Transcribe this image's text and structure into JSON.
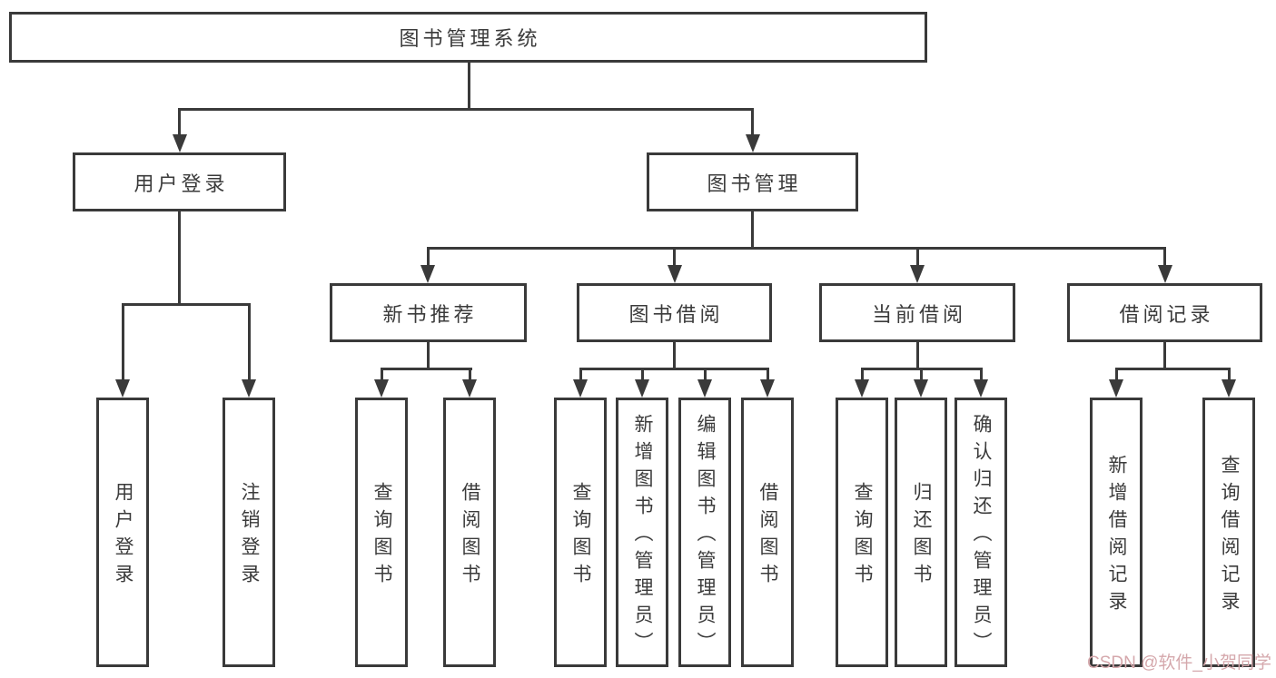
{
  "diagram": {
    "tree": {
      "label": "图书管理系统",
      "children": [
        {
          "label": "用户登录",
          "children": [
            {
              "label": "用户登录"
            },
            {
              "label": "注销登录"
            }
          ]
        },
        {
          "label": "图书管理",
          "children": [
            {
              "label": "新书推荐",
              "children": [
                {
                  "label": "查询图书"
                },
                {
                  "label": "借阅图书"
                }
              ]
            },
            {
              "label": "图书借阅",
              "children": [
                {
                  "label": "查询图书"
                },
                {
                  "label": "新增图书（管理员）"
                },
                {
                  "label": "编辑图书（管理员）"
                },
                {
                  "label": "借阅图书"
                }
              ]
            },
            {
              "label": "当前借阅",
              "children": [
                {
                  "label": "查询图书"
                },
                {
                  "label": "归还图书"
                },
                {
                  "label": "确认归还（管理员）"
                }
              ]
            },
            {
              "label": "借阅记录",
              "children": [
                {
                  "label": "新增借阅记录"
                },
                {
                  "label": "查询借阅记录"
                }
              ]
            }
          ]
        }
      ]
    }
  },
  "watermark": {
    "text": "CSDN @软件_小贺同学",
    "color": "#d5a8ac"
  },
  "colors": {
    "line": "#3a3a3a",
    "text": "#3b3b3b",
    "background": "#ffffff"
  }
}
